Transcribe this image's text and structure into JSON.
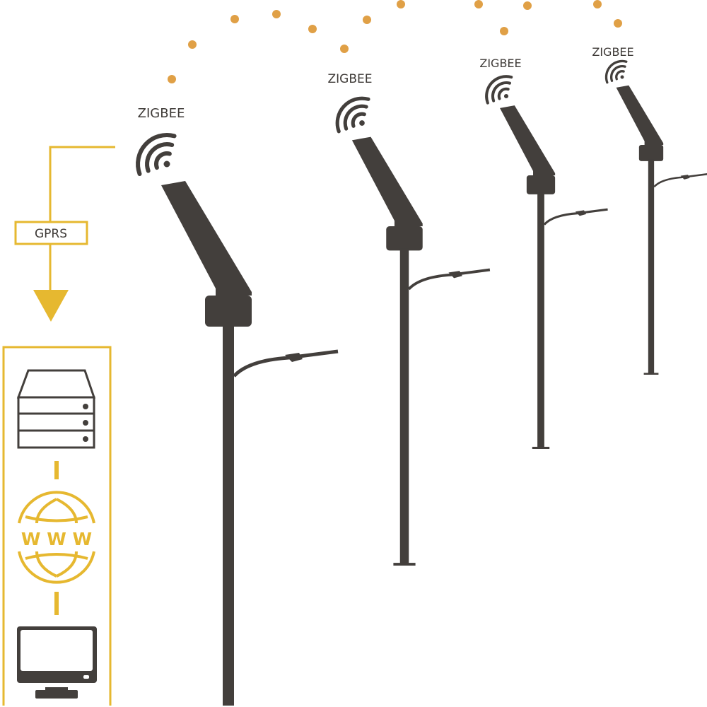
{
  "colors": {
    "dark": "#433f3c",
    "yellow": "#e6b830",
    "dot": "#e0a046",
    "text": "#3f3b38"
  },
  "nodes": [
    {
      "label": "ZIGBEE",
      "icon": "wifi-icon"
    },
    {
      "label": "ZIGBEE",
      "icon": "wifi-icon"
    },
    {
      "label": "ZIGBEE",
      "icon": "wifi-icon"
    },
    {
      "label": "ZIGBEE",
      "icon": "wifi-icon"
    }
  ],
  "uplink": {
    "label": "GPRS"
  },
  "backend": {
    "items": [
      {
        "icon": "server-icon"
      },
      {
        "icon": "www-globe-icon",
        "text": "W W W"
      },
      {
        "icon": "monitor-icon"
      }
    ]
  }
}
